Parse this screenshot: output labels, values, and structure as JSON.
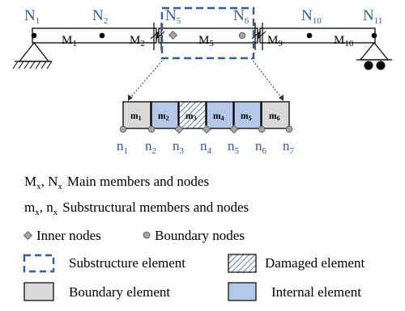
{
  "colors": {
    "node_label": "#2f5d9e",
    "boundary_fill": "#d9d9d9",
    "internal_fill": "#b4c7e7",
    "dashed_box": "#2f5d9e",
    "inner_node": "#a6a6a6",
    "boundary_node": "#a6a6a6"
  },
  "beam": {
    "nodes": [
      {
        "base": "N",
        "sub": "1"
      },
      {
        "base": "N",
        "sub": "2"
      },
      {
        "base": "N",
        "sub": "5"
      },
      {
        "base": "N",
        "sub": "6"
      },
      {
        "base": "N",
        "sub": "10"
      },
      {
        "base": "N",
        "sub": "11"
      }
    ],
    "members": [
      {
        "base": "M",
        "sub": "1"
      },
      {
        "base": "M",
        "sub": "2"
      },
      {
        "base": "M",
        "sub": "5"
      },
      {
        "base": "M",
        "sub": "9"
      },
      {
        "base": "M",
        "sub": "10"
      }
    ],
    "left_support": "pin-support-icon",
    "right_support": "roller-support-icon",
    "break_marks": "break-symbol-icon"
  },
  "substructure": {
    "members": [
      {
        "base": "m",
        "sub": "1",
        "kind": "boundary"
      },
      {
        "base": "m",
        "sub": "2",
        "kind": "internal"
      },
      {
        "base": "m",
        "sub": "3",
        "kind": "damaged"
      },
      {
        "base": "m",
        "sub": "4",
        "kind": "internal"
      },
      {
        "base": "m",
        "sub": "5",
        "kind": "internal"
      },
      {
        "base": "m",
        "sub": "6",
        "kind": "boundary"
      }
    ],
    "nodes": [
      {
        "base": "n",
        "sub": "1"
      },
      {
        "base": "n",
        "sub": "2"
      },
      {
        "base": "n",
        "sub": "3"
      },
      {
        "base": "n",
        "sub": "4"
      },
      {
        "base": "n",
        "sub": "5"
      },
      {
        "base": "n",
        "sub": "6"
      },
      {
        "base": "n",
        "sub": "7"
      }
    ]
  },
  "legend": {
    "main_symbols": {
      "a": "M",
      "a_sub": "x",
      "sep": ", ",
      "b": "N",
      "b_sub": "x"
    },
    "main_text": "Main members and nodes",
    "sub_symbols": {
      "a": "m",
      "a_sub": "x",
      "sep": ", ",
      "b": "n",
      "b_sub": "x"
    },
    "sub_text": "Substructural members and nodes",
    "inner_nodes": "Inner nodes",
    "boundary_nodes": "Boundary nodes",
    "substructure_element": "Substructure element",
    "damaged_element": "Damaged element",
    "boundary_element": "Boundary element",
    "internal_element": "Internal element"
  }
}
